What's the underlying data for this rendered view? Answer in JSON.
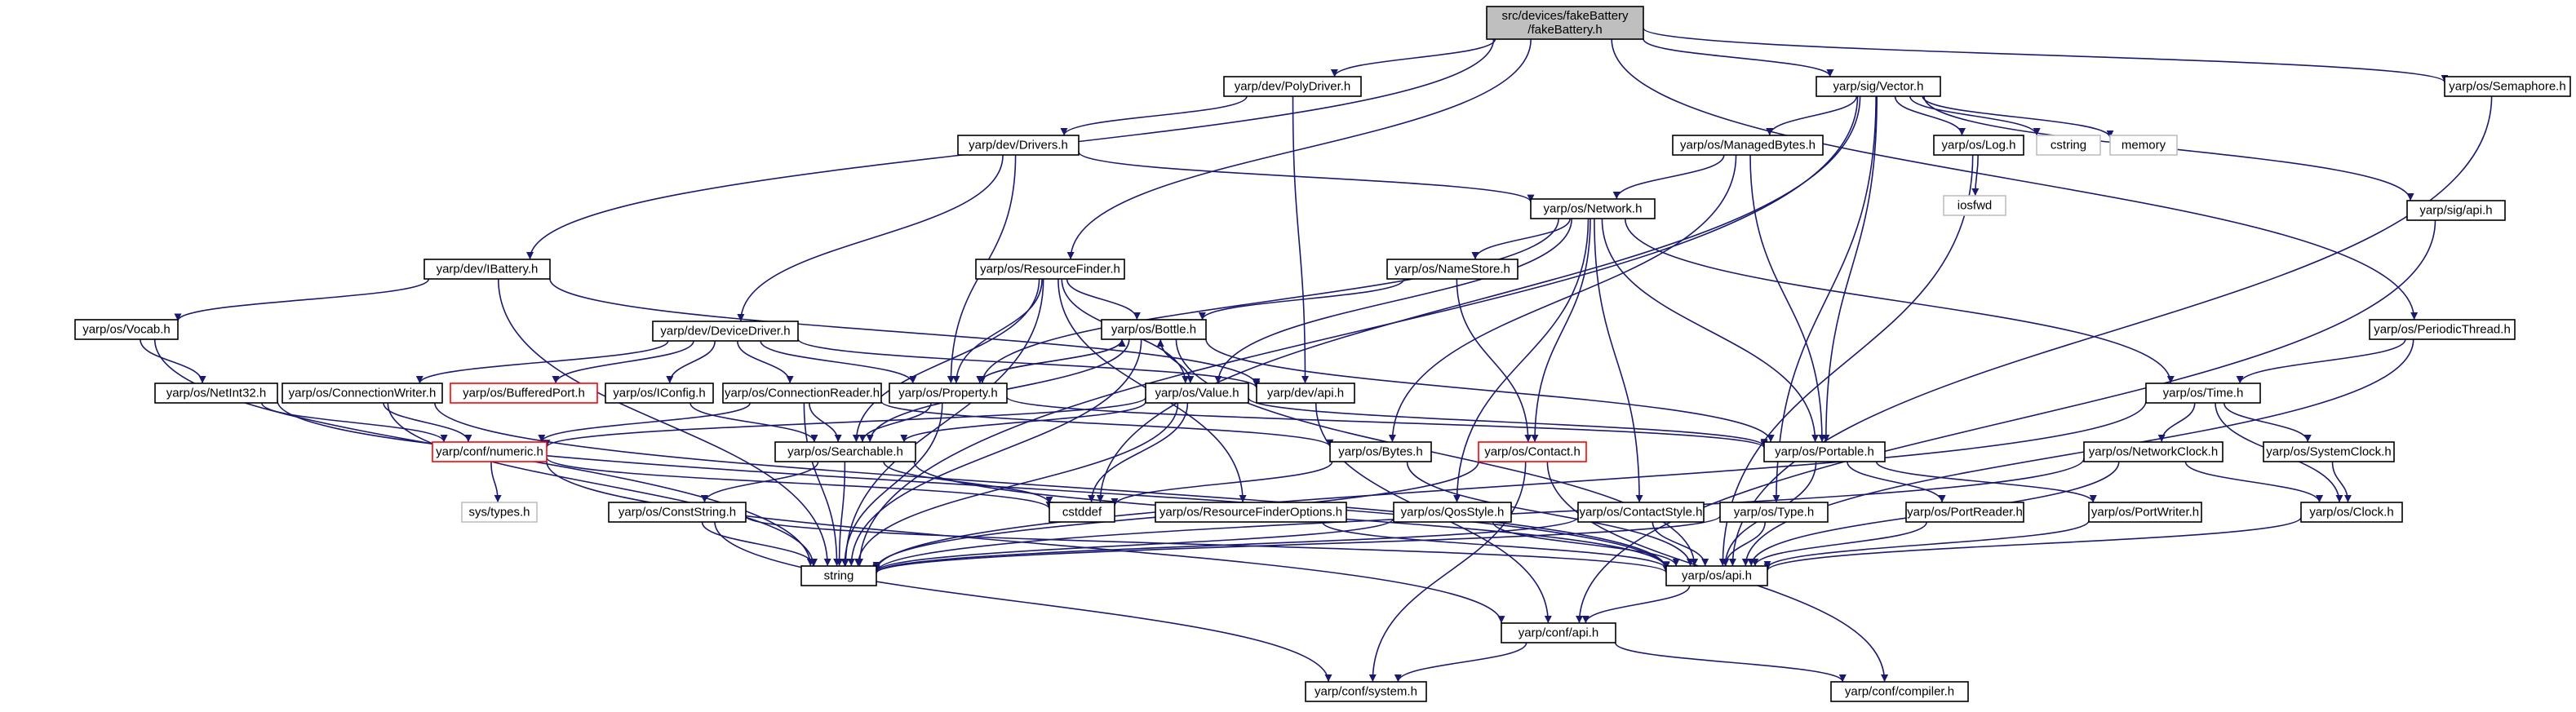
{
  "colors": {
    "edge": "#191970",
    "normal_border": "#000000",
    "normal_fill": "#ffffff",
    "root_fill": "#bfbfbf",
    "missing_border": "#bfbfbf",
    "red_border": "#ff0000",
    "missing_text": "#808080"
  },
  "nodes": [
    {
      "id": "root",
      "lines": [
        "src/devices/fakeBattery",
        "/fakeBattery.h"
      ],
      "style": "root"
    },
    {
      "id": "polydriver",
      "lines": [
        "yarp/dev/PolyDriver.h"
      ],
      "style": "normal"
    },
    {
      "id": "vector",
      "lines": [
        "yarp/sig/Vector.h"
      ],
      "style": "normal"
    },
    {
      "id": "semaphore",
      "lines": [
        "yarp/os/Semaphore.h"
      ],
      "style": "normal"
    },
    {
      "id": "drivers",
      "lines": [
        "yarp/dev/Drivers.h"
      ],
      "style": "normal"
    },
    {
      "id": "managedbytes",
      "lines": [
        "yarp/os/ManagedBytes.h"
      ],
      "style": "normal"
    },
    {
      "id": "log",
      "lines": [
        "yarp/os/Log.h"
      ],
      "style": "normal"
    },
    {
      "id": "cstring",
      "lines": [
        "cstring"
      ],
      "style": "missing"
    },
    {
      "id": "memory",
      "lines": [
        "memory"
      ],
      "style": "missing"
    },
    {
      "id": "iosfwd",
      "lines": [
        "iosfwd"
      ],
      "style": "missing"
    },
    {
      "id": "network",
      "lines": [
        "yarp/os/Network.h"
      ],
      "style": "normal"
    },
    {
      "id": "sigapi",
      "lines": [
        "yarp/sig/api.h"
      ],
      "style": "normal"
    },
    {
      "id": "ibattery",
      "lines": [
        "yarp/dev/IBattery.h"
      ],
      "style": "normal"
    },
    {
      "id": "resourcefinder",
      "lines": [
        "yarp/os/ResourceFinder.h"
      ],
      "style": "normal"
    },
    {
      "id": "namestore",
      "lines": [
        "yarp/os/NameStore.h"
      ],
      "style": "normal"
    },
    {
      "id": "periodicthread",
      "lines": [
        "yarp/os/PeriodicThread.h"
      ],
      "style": "normal"
    },
    {
      "id": "vocab",
      "lines": [
        "yarp/os/Vocab.h"
      ],
      "style": "normal"
    },
    {
      "id": "devicedriver",
      "lines": [
        "yarp/dev/DeviceDriver.h"
      ],
      "style": "normal"
    },
    {
      "id": "bottle",
      "lines": [
        "yarp/os/Bottle.h"
      ],
      "style": "normal"
    },
    {
      "id": "netint32",
      "lines": [
        "yarp/os/NetInt32.h"
      ],
      "style": "normal"
    },
    {
      "id": "connectionwriter",
      "lines": [
        "yarp/os/ConnectionWriter.h"
      ],
      "style": "normal"
    },
    {
      "id": "bufferedport",
      "lines": [
        "yarp/os/BufferedPort.h"
      ],
      "style": "red"
    },
    {
      "id": "iconfig",
      "lines": [
        "yarp/os/IConfig.h"
      ],
      "style": "normal"
    },
    {
      "id": "connectionreader",
      "lines": [
        "yarp/os/ConnectionReader.h"
      ],
      "style": "normal"
    },
    {
      "id": "property",
      "lines": [
        "yarp/os/Property.h"
      ],
      "style": "normal"
    },
    {
      "id": "value",
      "lines": [
        "yarp/os/Value.h"
      ],
      "style": "normal"
    },
    {
      "id": "devapi",
      "lines": [
        "yarp/dev/api.h"
      ],
      "style": "normal"
    },
    {
      "id": "time",
      "lines": [
        "yarp/os/Time.h"
      ],
      "style": "normal"
    },
    {
      "id": "numeric",
      "lines": [
        "yarp/conf/numeric.h"
      ],
      "style": "red"
    },
    {
      "id": "searchable",
      "lines": [
        "yarp/os/Searchable.h"
      ],
      "style": "normal"
    },
    {
      "id": "bytes",
      "lines": [
        "yarp/os/Bytes.h"
      ],
      "style": "normal"
    },
    {
      "id": "contact",
      "lines": [
        "yarp/os/Contact.h"
      ],
      "style": "red"
    },
    {
      "id": "portable",
      "lines": [
        "yarp/os/Portable.h"
      ],
      "style": "normal"
    },
    {
      "id": "networkclock",
      "lines": [
        "yarp/os/NetworkClock.h"
      ],
      "style": "normal"
    },
    {
      "id": "systemclock",
      "lines": [
        "yarp/os/SystemClock.h"
      ],
      "style": "normal"
    },
    {
      "id": "systypes",
      "lines": [
        "sys/types.h"
      ],
      "style": "missing"
    },
    {
      "id": "cstddef",
      "lines": [
        "cstddef"
      ],
      "style": "normal"
    },
    {
      "id": "conststring",
      "lines": [
        "yarp/os/ConstString.h"
      ],
      "style": "normal"
    },
    {
      "id": "resourcefinderoptions",
      "lines": [
        "yarp/os/ResourceFinderOptions.h"
      ],
      "style": "normal"
    },
    {
      "id": "qosstyle",
      "lines": [
        "yarp/os/QosStyle.h"
      ],
      "style": "normal"
    },
    {
      "id": "contactstyle",
      "lines": [
        "yarp/os/ContactStyle.h"
      ],
      "style": "normal"
    },
    {
      "id": "type",
      "lines": [
        "yarp/os/Type.h"
      ],
      "style": "normal"
    },
    {
      "id": "portreader",
      "lines": [
        "yarp/os/PortReader.h"
      ],
      "style": "normal"
    },
    {
      "id": "portwriter",
      "lines": [
        "yarp/os/PortWriter.h"
      ],
      "style": "normal"
    },
    {
      "id": "clock",
      "lines": [
        "yarp/os/Clock.h"
      ],
      "style": "normal"
    },
    {
      "id": "string",
      "lines": [
        "string"
      ],
      "style": "normal"
    },
    {
      "id": "osapi",
      "lines": [
        "yarp/os/api.h"
      ],
      "style": "normal"
    },
    {
      "id": "confapi",
      "lines": [
        "yarp/conf/api.h"
      ],
      "style": "normal"
    },
    {
      "id": "confsystem",
      "lines": [
        "yarp/conf/system.h"
      ],
      "style": "normal"
    },
    {
      "id": "confcompiler",
      "lines": [
        "yarp/conf/compiler.h"
      ],
      "style": "normal"
    }
  ],
  "edges": [
    [
      "root",
      "polydriver"
    ],
    [
      "root",
      "vector"
    ],
    [
      "root",
      "semaphore"
    ],
    [
      "root",
      "ibattery"
    ],
    [
      "root",
      "resourcefinder"
    ],
    [
      "root",
      "periodicthread"
    ],
    [
      "polydriver",
      "drivers"
    ],
    [
      "polydriver",
      "devapi"
    ],
    [
      "vector",
      "managedbytes"
    ],
    [
      "vector",
      "log"
    ],
    [
      "vector",
      "cstring"
    ],
    [
      "vector",
      "memory"
    ],
    [
      "vector",
      "sigapi"
    ],
    [
      "vector",
      "string"
    ],
    [
      "vector",
      "cstddef"
    ],
    [
      "vector",
      "type"
    ],
    [
      "vector",
      "portable"
    ],
    [
      "semaphore",
      "osapi"
    ],
    [
      "drivers",
      "network"
    ],
    [
      "drivers",
      "devicedriver"
    ],
    [
      "drivers",
      "property"
    ],
    [
      "managedbytes",
      "network"
    ],
    [
      "managedbytes",
      "bytes"
    ],
    [
      "managedbytes",
      "portable"
    ],
    [
      "log",
      "iosfwd"
    ],
    [
      "log",
      "osapi"
    ],
    [
      "network",
      "namestore"
    ],
    [
      "network",
      "property"
    ],
    [
      "network",
      "value"
    ],
    [
      "network",
      "contact"
    ],
    [
      "network",
      "portable"
    ],
    [
      "network",
      "time"
    ],
    [
      "network",
      "contactstyle"
    ],
    [
      "network",
      "qosstyle"
    ],
    [
      "sigapi",
      "confapi"
    ],
    [
      "ibattery",
      "vocab"
    ],
    [
      "ibattery",
      "devapi"
    ],
    [
      "ibattery",
      "string"
    ],
    [
      "resourcefinder",
      "bottle"
    ],
    [
      "resourcefinder",
      "property"
    ],
    [
      "resourcefinder",
      "value"
    ],
    [
      "resourcefinder",
      "searchable"
    ],
    [
      "resourcefinder",
      "resourcefinderoptions"
    ],
    [
      "resourcefinder",
      "string"
    ],
    [
      "namestore",
      "bottle"
    ],
    [
      "namestore",
      "contact"
    ],
    [
      "periodicthread",
      "time"
    ],
    [
      "periodicthread",
      "osapi"
    ],
    [
      "vocab",
      "netint32"
    ],
    [
      "vocab",
      "string"
    ],
    [
      "devicedriver",
      "connectionwriter"
    ],
    [
      "devicedriver",
      "bufferedport"
    ],
    [
      "devicedriver",
      "iconfig"
    ],
    [
      "devicedriver",
      "connectionreader"
    ],
    [
      "devicedriver",
      "property"
    ],
    [
      "devicedriver",
      "devapi"
    ],
    [
      "bottle",
      "property"
    ],
    [
      "bottle",
      "value"
    ],
    [
      "bottle",
      "searchable"
    ],
    [
      "bottle",
      "portable"
    ],
    [
      "bottle",
      "string"
    ],
    [
      "bottle",
      "osapi"
    ],
    [
      "netint32",
      "numeric"
    ],
    [
      "netint32",
      "osapi"
    ],
    [
      "connectionwriter",
      "numeric"
    ],
    [
      "connectionwriter",
      "string"
    ],
    [
      "connectionwriter",
      "osapi"
    ],
    [
      "iconfig",
      "searchable"
    ],
    [
      "connectionreader",
      "numeric"
    ],
    [
      "connectionreader",
      "searchable"
    ],
    [
      "connectionreader",
      "bytes"
    ],
    [
      "connectionreader",
      "string"
    ],
    [
      "property",
      "bottle"
    ],
    [
      "property",
      "searchable"
    ],
    [
      "property",
      "portable"
    ],
    [
      "property",
      "string"
    ],
    [
      "value",
      "bottle"
    ],
    [
      "value",
      "searchable"
    ],
    [
      "value",
      "numeric"
    ],
    [
      "value",
      "portable"
    ],
    [
      "value",
      "string"
    ],
    [
      "value",
      "cstddef"
    ],
    [
      "devapi",
      "confapi"
    ],
    [
      "time",
      "networkclock"
    ],
    [
      "time",
      "systemclock"
    ],
    [
      "time",
      "clock"
    ],
    [
      "time",
      "string"
    ],
    [
      "numeric",
      "systypes"
    ],
    [
      "numeric",
      "cstddef"
    ],
    [
      "numeric",
      "confapi"
    ],
    [
      "searchable",
      "conststring"
    ],
    [
      "searchable",
      "cstddef"
    ],
    [
      "searchable",
      "string"
    ],
    [
      "searchable",
      "osapi"
    ],
    [
      "bytes",
      "cstddef"
    ],
    [
      "bytes",
      "osapi"
    ],
    [
      "contact",
      "confsystem"
    ],
    [
      "contact",
      "string"
    ],
    [
      "contact",
      "confcompiler"
    ],
    [
      "portable",
      "portreader"
    ],
    [
      "portable",
      "portwriter"
    ],
    [
      "portable",
      "osapi"
    ],
    [
      "networkclock",
      "clock"
    ],
    [
      "networkclock",
      "string"
    ],
    [
      "networkclock",
      "osapi"
    ],
    [
      "systemclock",
      "clock"
    ],
    [
      "conststring",
      "string"
    ],
    [
      "conststring",
      "osapi"
    ],
    [
      "conststring",
      "confsystem"
    ],
    [
      "resourcefinderoptions",
      "osapi"
    ],
    [
      "qosstyle",
      "string"
    ],
    [
      "qosstyle",
      "osapi"
    ],
    [
      "contactstyle",
      "string"
    ],
    [
      "contactstyle",
      "osapi"
    ],
    [
      "type",
      "string"
    ],
    [
      "type",
      "osapi"
    ],
    [
      "portreader",
      "osapi"
    ],
    [
      "portwriter",
      "osapi"
    ],
    [
      "clock",
      "osapi"
    ],
    [
      "osapi",
      "confapi"
    ],
    [
      "confapi",
      "confsystem"
    ],
    [
      "confapi",
      "confcompiler"
    ]
  ]
}
